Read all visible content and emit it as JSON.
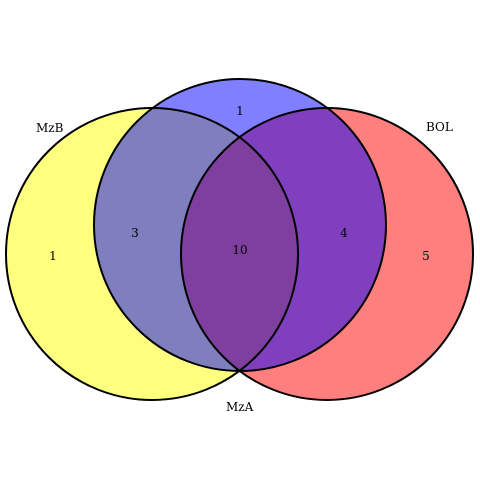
{
  "diagram": {
    "type": "venn3",
    "sets": [
      {
        "key": "MzB",
        "label": "MzB",
        "color": "#ffff00",
        "opacity": 0.5
      },
      {
        "key": "BOL",
        "label": "BOL",
        "color": "#ff0000",
        "opacity": 0.5
      },
      {
        "key": "MzA",
        "label": "MzA",
        "color": "#0000ff",
        "opacity": 0.5
      }
    ],
    "regions": {
      "MzA_only": "1",
      "MzB_only": "1",
      "BOL_only": "5",
      "MzB_MzA": "3",
      "MzA_BOL": "4",
      "all_three": "10"
    }
  }
}
